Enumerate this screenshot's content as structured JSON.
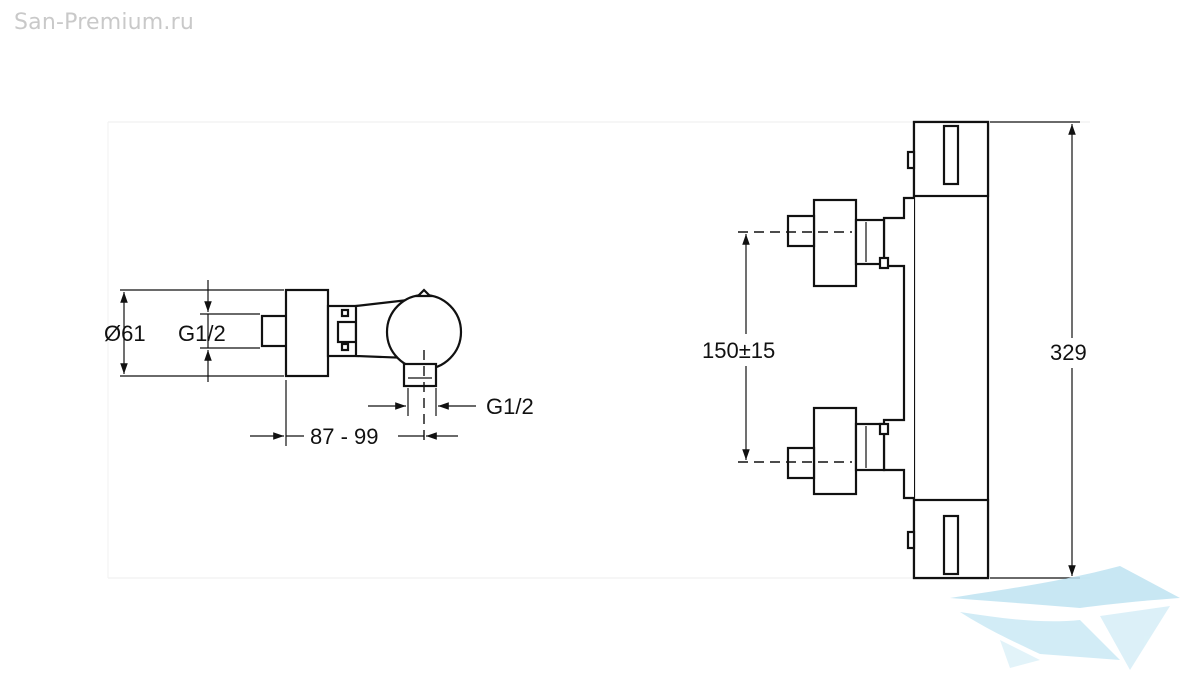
{
  "watermark": {
    "text": "San-Premium.ru"
  },
  "side_view": {
    "diameter_label": "Ø61",
    "inlet_thread_label": "G1/2",
    "outlet_thread_label": "G1/2",
    "depth_label": "87 - 99"
  },
  "front_view": {
    "spacing_label": "150±15",
    "height_label": "329"
  },
  "colors": {
    "line": "#111111",
    "watermark": "#c9c9c9",
    "logo": "#bfe3f2"
  },
  "icons": {
    "logo": "bathtub-logo-icon"
  }
}
